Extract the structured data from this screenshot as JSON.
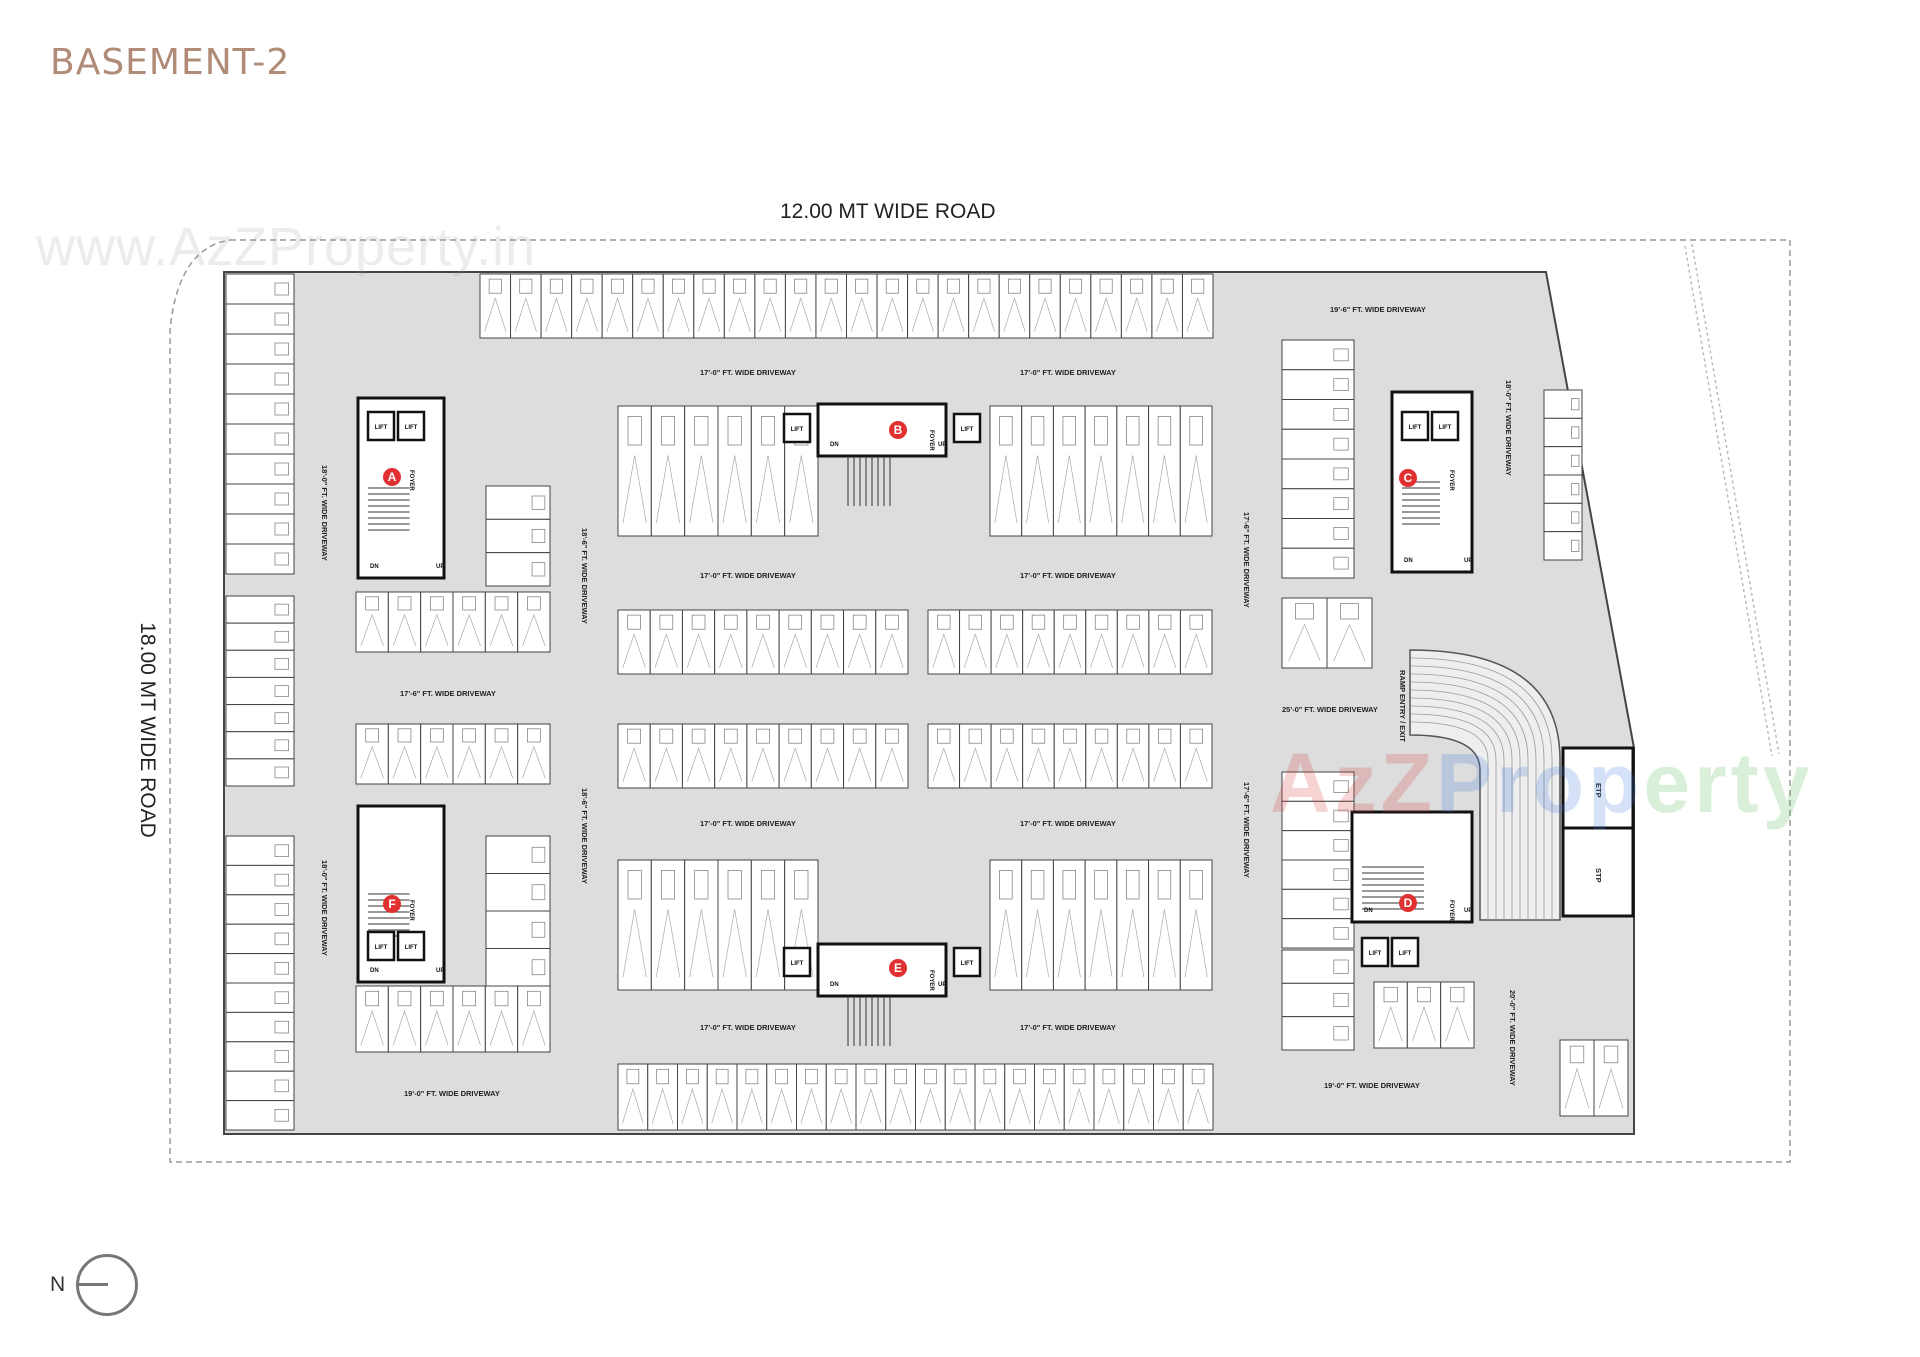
{
  "title": "BASEMENT-2",
  "roads": {
    "top": "12.00 MT WIDE ROAD",
    "left": "18.00 MT WIDE ROAD"
  },
  "watermark": {
    "url": "www.AzZProperty.in",
    "logo": [
      "AzZ",
      "Prop",
      "erty"
    ]
  },
  "compass_label": "N",
  "cores": [
    {
      "mark": "A",
      "lift": "LIFT",
      "foyer": "FOYER",
      "up": "UP",
      "dn": "DN"
    },
    {
      "mark": "B",
      "lift": "LIFT",
      "foyer": "FOYER",
      "up": "UP",
      "dn": "DN"
    },
    {
      "mark": "C",
      "lift": "LIFT",
      "foyer": "FOYER",
      "up": "UP",
      "dn": "DN"
    },
    {
      "mark": "D",
      "lift": "LIFT",
      "foyer": "FOYER",
      "up": "UP",
      "dn": "DN"
    },
    {
      "mark": "E",
      "lift": "LIFT",
      "foyer": "FOYER",
      "up": "UP",
      "dn": "DN"
    },
    {
      "mark": "F",
      "lift": "LIFT",
      "foyer": "FOYER",
      "up": "UP",
      "dn": "DN"
    }
  ],
  "driveways": [
    "17'-0\" FT. WIDE DRIVEWAY",
    "17'-0\" FT. WIDE DRIVEWAY",
    "17'-0\" FT. WIDE DRIVEWAY",
    "17'-0\" FT. WIDE DRIVEWAY",
    "17'-0\" FT. WIDE DRIVEWAY",
    "17'-0\" FT. WIDE DRIVEWAY",
    "17'-0\" FT. WIDE DRIVEWAY",
    "17'-0\" FT. WIDE DRIVEWAY",
    "17'-6\" FT. WIDE DRIVEWAY",
    "19'-0\" FT. WIDE DRIVEWAY",
    "19'-0\" FT. WIDE DRIVEWAY",
    "19'-6\" FT. WIDE DRIVEWAY",
    "25'-0\" FT. WIDE DRIVEWAY",
    "18'-0\" FT. WIDE DRIVEWAY",
    "18'-0\" FT. WIDE DRIVEWAY",
    "18'-6\" FT. WIDE DRIVEWAY",
    "18'-6\" FT. WIDE DRIVEWAY",
    "17'-6\" FT. WIDE DRIVEWAY",
    "17'-6\" FT. WIDE DRIVEWAY",
    "18'-0\" FT. WIDE DRIVEWAY",
    "20'-0\" FT. WIDE DRIVEWAY"
  ],
  "ramp_label": "RAMP ENTRY / EXIT",
  "ett_labels": [
    "ETP",
    "STP"
  ],
  "colors": {
    "title": "#b08b78",
    "floor": "#dddddd",
    "core_marker": "#e03030"
  }
}
